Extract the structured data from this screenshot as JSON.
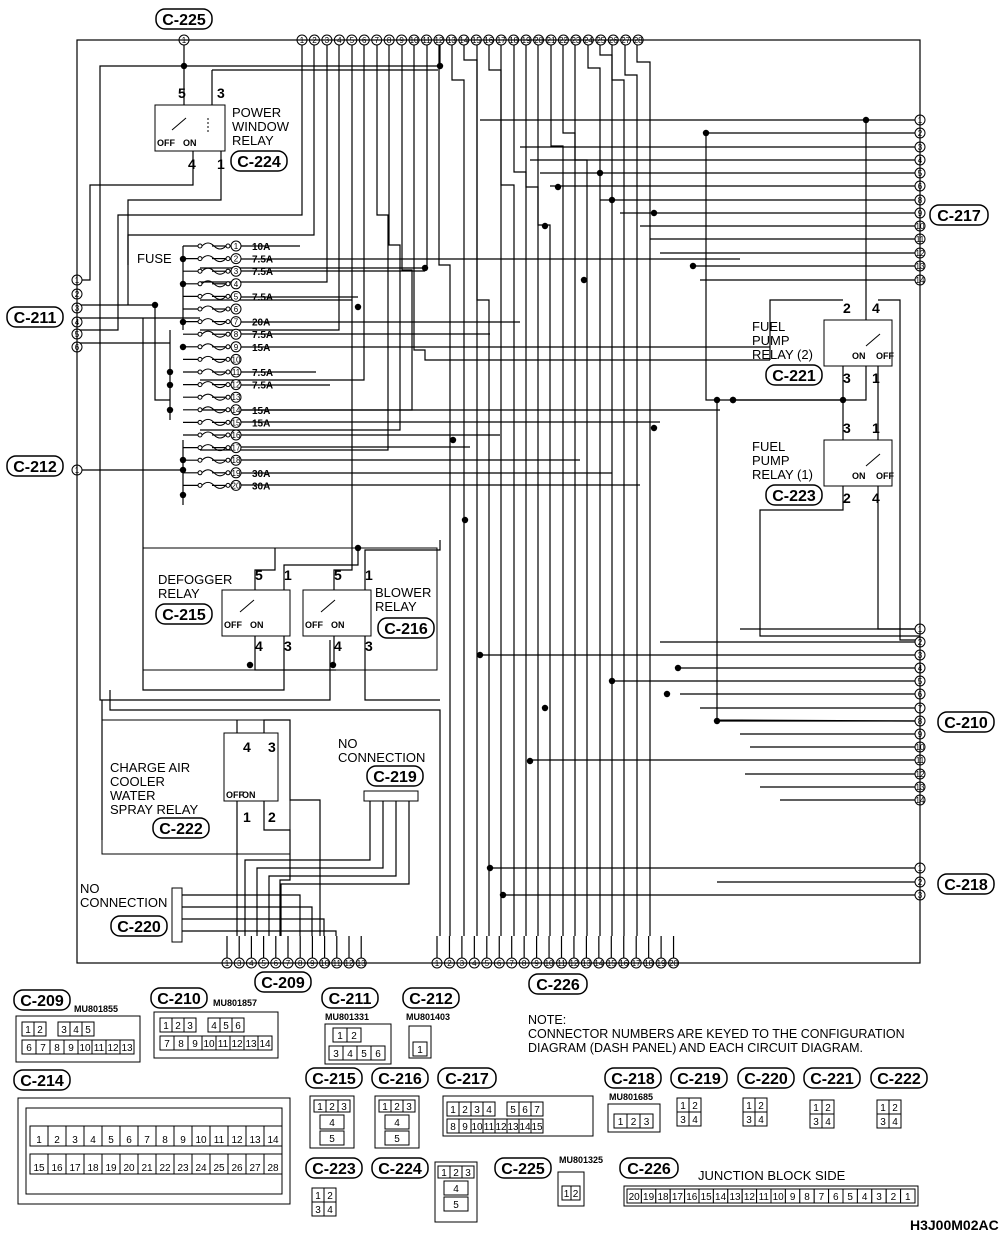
{
  "connectors": {
    "c225": "C-225",
    "c211": "C-211",
    "c212": "C-212",
    "c217": "C-217",
    "c210": "C-210",
    "c218": "C-218",
    "c209": "C-209",
    "c226": "C-226",
    "c224": "C-224",
    "c221": "C-221",
    "c223": "C-223",
    "c215": "C-215",
    "c216": "C-216",
    "c219": "C-219",
    "c220": "C-220",
    "c222": "C-222",
    "c214": "C-214"
  },
  "labels": {
    "power_window_relay": [
      "POWER",
      "WINDOW",
      "RELAY"
    ],
    "fuse": "FUSE",
    "fuel_pump_relay_2": [
      "FUEL",
      "PUMP",
      "RELAY (2)"
    ],
    "fuel_pump_relay_1": [
      "FUEL",
      "PUMP",
      "RELAY (1)"
    ],
    "defogger_relay": [
      "DEFOGGER",
      "RELAY"
    ],
    "blower_relay": [
      "BLOWER",
      "RELAY"
    ],
    "charge_air_relay": [
      "CHARGE AIR",
      "COOLER",
      "WATER",
      "SPRAY RELAY"
    ],
    "no_connection": [
      "NO",
      "CONNECTION"
    ],
    "off": "OFF",
    "on": "ON"
  },
  "fuses": [
    {
      "n": "1",
      "a": "10A"
    },
    {
      "n": "2",
      "a": "7.5A"
    },
    {
      "n": "3",
      "a": "7.5A"
    },
    {
      "n": "4",
      "a": ""
    },
    {
      "n": "5",
      "a": "7.5A"
    },
    {
      "n": "6",
      "a": ""
    },
    {
      "n": "7",
      "a": "20A"
    },
    {
      "n": "8",
      "a": "7.5A"
    },
    {
      "n": "9",
      "a": "15A"
    },
    {
      "n": "10",
      "a": ""
    },
    {
      "n": "11",
      "a": "7.5A"
    },
    {
      "n": "12",
      "a": "7.5A"
    },
    {
      "n": "13",
      "a": ""
    },
    {
      "n": "14",
      "a": "15A"
    },
    {
      "n": "15",
      "a": "15A"
    },
    {
      "n": "16",
      "a": ""
    },
    {
      "n": "17",
      "a": ""
    },
    {
      "n": "18",
      "a": ""
    },
    {
      "n": "19",
      "a": "30A"
    },
    {
      "n": "20",
      "a": "30A"
    }
  ],
  "part_numbers": {
    "c209": "MU801855",
    "c210": "MU801857",
    "c211": "MU801331",
    "c212": "MU801403",
    "c218": "MU801685",
    "c225": "MU801325"
  },
  "note": [
    "NOTE:",
    "CONNECTOR NUMBERS ARE KEYED TO THE CONFIGURATION",
    "DIAGRAM (DASH PANEL) AND EACH CIRCUIT DIAGRAM."
  ],
  "junction_block_side": "JUNCTION BLOCK SIDE",
  "diagram_code": "H3J00M02AC",
  "connector_faces": {
    "c209_top": [
      "1",
      "2",
      "",
      "3",
      "4",
      "5"
    ],
    "c209_bot": [
      "6",
      "7",
      "8",
      "9",
      "10",
      "11",
      "12",
      "13"
    ],
    "c210_top": [
      "1",
      "2",
      "3",
      "",
      "4",
      "5",
      "6"
    ],
    "c210_bot": [
      "7",
      "8",
      "9",
      "10",
      "11",
      "12",
      "13",
      "14"
    ],
    "c211_top": [
      "1",
      "2"
    ],
    "c211_bot": [
      "3",
      "4",
      "5",
      "6"
    ],
    "c212": "1",
    "c214_top": [
      "1",
      "2",
      "3",
      "4",
      "5",
      "6",
      "7",
      "8",
      "9",
      "10",
      "11",
      "12",
      "13",
      "14"
    ],
    "c214_bot": [
      "15",
      "16",
      "17",
      "18",
      "19",
      "20",
      "21",
      "22",
      "23",
      "24",
      "25",
      "26",
      "27",
      "28"
    ],
    "c215": [
      "1",
      "2",
      "3",
      "4",
      "5"
    ],
    "c216": [
      "1",
      "2",
      "3",
      "4",
      "5"
    ],
    "c217_top": [
      "1",
      "2",
      "3",
      "4",
      "",
      "5",
      "6",
      "7"
    ],
    "c217_bot": [
      "8",
      "9",
      "10",
      "11",
      "12",
      "13",
      "14",
      "15"
    ],
    "c218": [
      "1",
      "2",
      "3"
    ],
    "four_pin": [
      "1",
      "2",
      "3",
      "4"
    ],
    "c224": [
      "1",
      "2",
      "3",
      "4",
      "5"
    ],
    "c225": [
      "1",
      "2"
    ],
    "c226": [
      "20",
      "19",
      "18",
      "17",
      "16",
      "15",
      "14",
      "13",
      "12",
      "11",
      "10",
      "9",
      "8",
      "7",
      "6",
      "5",
      "4",
      "3",
      "2",
      "1"
    ]
  }
}
